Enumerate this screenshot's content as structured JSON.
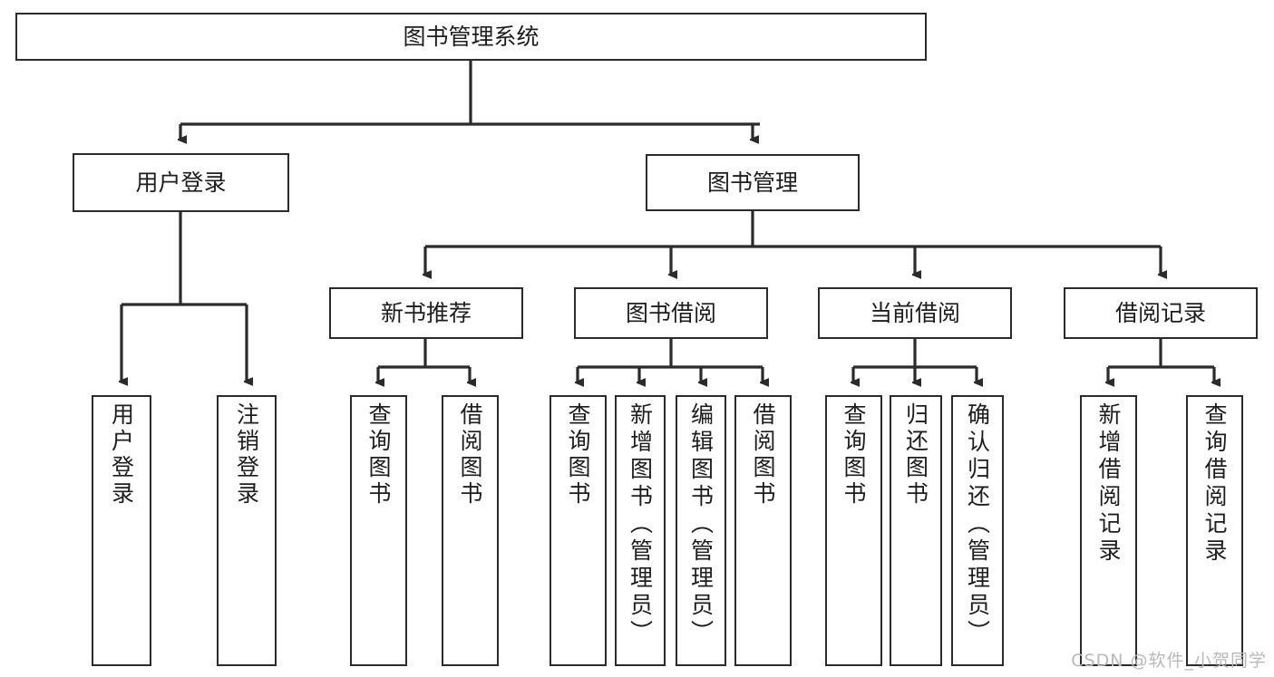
{
  "diagram": {
    "type": "tree",
    "title": "图书管理系统",
    "orientation": "top-down",
    "colors": {
      "stroke": "#2b2b2b",
      "fill": "#ffffff",
      "text": "#1d1d1d",
      "watermark": "#b9b9b9"
    },
    "levels": [
      {
        "name": "root",
        "count": 1
      },
      {
        "name": "module",
        "count": 2
      },
      {
        "name": "submodule",
        "count": 4
      },
      {
        "name": "function",
        "count": 13
      }
    ],
    "nodes": {
      "root": {
        "label": "图书管理系统"
      },
      "user_login": {
        "label": "用户登录"
      },
      "book_manage": {
        "label": "图书管理"
      },
      "new_book_rec": {
        "label": "新书推荐"
      },
      "book_borrow": {
        "label": "图书借阅"
      },
      "current_borrow": {
        "label": "当前借阅"
      },
      "borrow_record": {
        "label": "借阅记录"
      },
      "leaf_user_login": {
        "label": "用户登录"
      },
      "leaf_logout": {
        "label": "注销登录"
      },
      "leaf_query_book_1": {
        "label": "查询图书"
      },
      "leaf_borrow_book_1": {
        "label": "借阅图书"
      },
      "leaf_query_book_2": {
        "label": "查询图书"
      },
      "leaf_add_book": {
        "label": "新增图书（管理员）"
      },
      "leaf_edit_book": {
        "label": "编辑图书（管理员）"
      },
      "leaf_borrow_book_2": {
        "label": "借阅图书"
      },
      "leaf_query_book_3": {
        "label": "查询图书"
      },
      "leaf_return_book": {
        "label": "归还图书"
      },
      "leaf_confirm_return": {
        "label": "确认归还（管理员）"
      },
      "leaf_add_record": {
        "label": "新增借阅记录"
      },
      "leaf_query_record": {
        "label": "查询借阅记录"
      }
    },
    "edges": [
      {
        "from": "root",
        "to": "user_login"
      },
      {
        "from": "root",
        "to": "book_manage"
      },
      {
        "from": "user_login",
        "to": "leaf_user_login"
      },
      {
        "from": "user_login",
        "to": "leaf_logout"
      },
      {
        "from": "book_manage",
        "to": "new_book_rec"
      },
      {
        "from": "book_manage",
        "to": "book_borrow"
      },
      {
        "from": "book_manage",
        "to": "current_borrow"
      },
      {
        "from": "book_manage",
        "to": "borrow_record"
      },
      {
        "from": "new_book_rec",
        "to": "leaf_query_book_1"
      },
      {
        "from": "new_book_rec",
        "to": "leaf_borrow_book_1"
      },
      {
        "from": "book_borrow",
        "to": "leaf_query_book_2"
      },
      {
        "from": "book_borrow",
        "to": "leaf_add_book"
      },
      {
        "from": "book_borrow",
        "to": "leaf_edit_book"
      },
      {
        "from": "book_borrow",
        "to": "leaf_borrow_book_2"
      },
      {
        "from": "current_borrow",
        "to": "leaf_query_book_3"
      },
      {
        "from": "current_borrow",
        "to": "leaf_return_book"
      },
      {
        "from": "current_borrow",
        "to": "leaf_confirm_return"
      },
      {
        "from": "borrow_record",
        "to": "leaf_add_record"
      },
      {
        "from": "borrow_record",
        "to": "leaf_query_record"
      }
    ]
  },
  "watermark": {
    "text": "CSDN @软件_小贺同学"
  }
}
